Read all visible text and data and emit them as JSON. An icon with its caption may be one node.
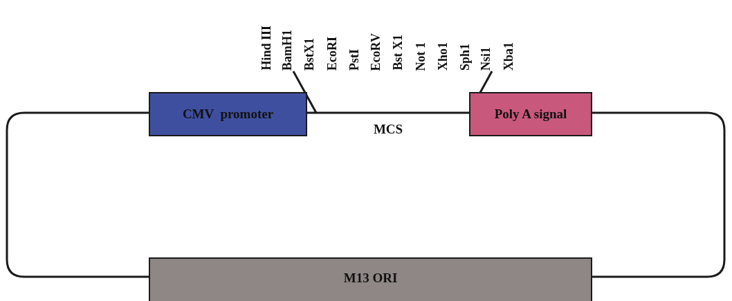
{
  "diagram": {
    "nodes": [
      {
        "text": [
          "CMV  promoter"
        ]
      },
      {
        "text": [
          "Poly A signal"
        ]
      },
      {
        "text": [
          "M13 ORI"
        ]
      }
    ],
    "edges": [
      {
        "from": 0,
        "to": 1,
        "arrow": "none",
        "label": "MCS"
      },
      {
        "from": 1,
        "to": 2,
        "arrow": "none"
      },
      {
        "from": 2,
        "to": 0,
        "arrow": "none"
      }
    ],
    "labels": [
      "Hind III",
      "BamH1",
      "BstX1",
      "EcoRI",
      "PstI",
      "EcoRV",
      "Bst X1",
      "Not 1",
      "Xho1",
      "Sph1",
      "Nsi1",
      "Xba1"
    ]
  }
}
